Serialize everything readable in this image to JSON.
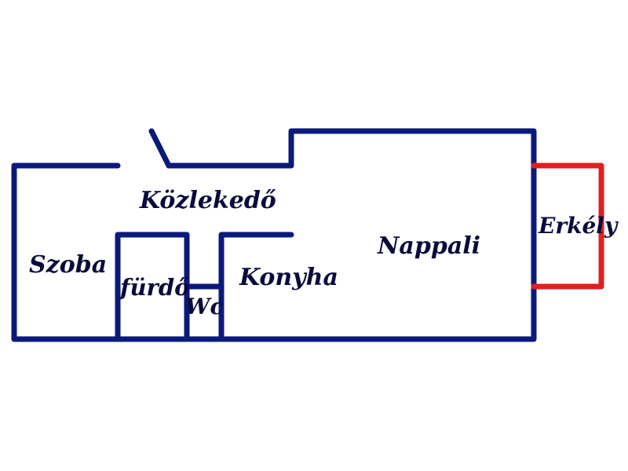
{
  "colors": {
    "wall": "#0a1a7a",
    "balcony": "#e02020",
    "text": "#0a0a3c"
  },
  "rooms": {
    "szoba": "Szoba",
    "kozlekedo": "Közlekedő",
    "furdo": "fürdő",
    "wc": "Wc",
    "konyha": "Konyha",
    "nappali": "Nappali",
    "erkely": "Erkély"
  }
}
